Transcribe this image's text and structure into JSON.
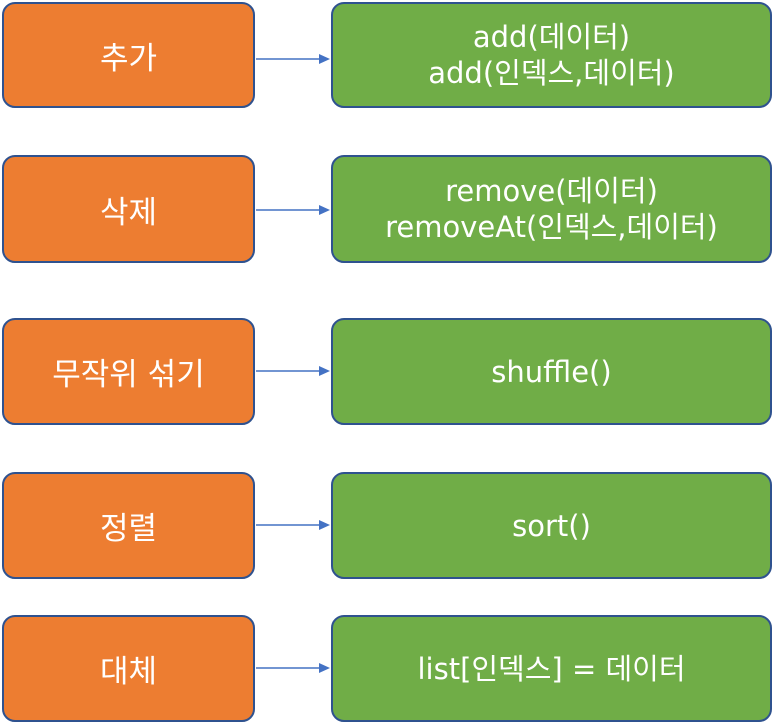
{
  "rows": [
    {
      "operation": "추가",
      "methods": [
        "add(데이터)",
        "add(인덱스,데이터)"
      ]
    },
    {
      "operation": "삭제",
      "methods": [
        "remove(데이터)",
        "removeAt(인덱스,데이터)"
      ]
    },
    {
      "operation": "무작위 섞기",
      "methods": [
        "shuffle()"
      ]
    },
    {
      "operation": "정렬",
      "methods": [
        "sort()"
      ]
    },
    {
      "operation": "대체",
      "methods": [
        "list[인덱스] = 데이터"
      ]
    }
  ],
  "colors": {
    "operation_fill": "#ed7d31",
    "method_fill": "#70ad47",
    "border": "#2f528f",
    "arrow": "#4472c4",
    "text": "#ffffff"
  }
}
